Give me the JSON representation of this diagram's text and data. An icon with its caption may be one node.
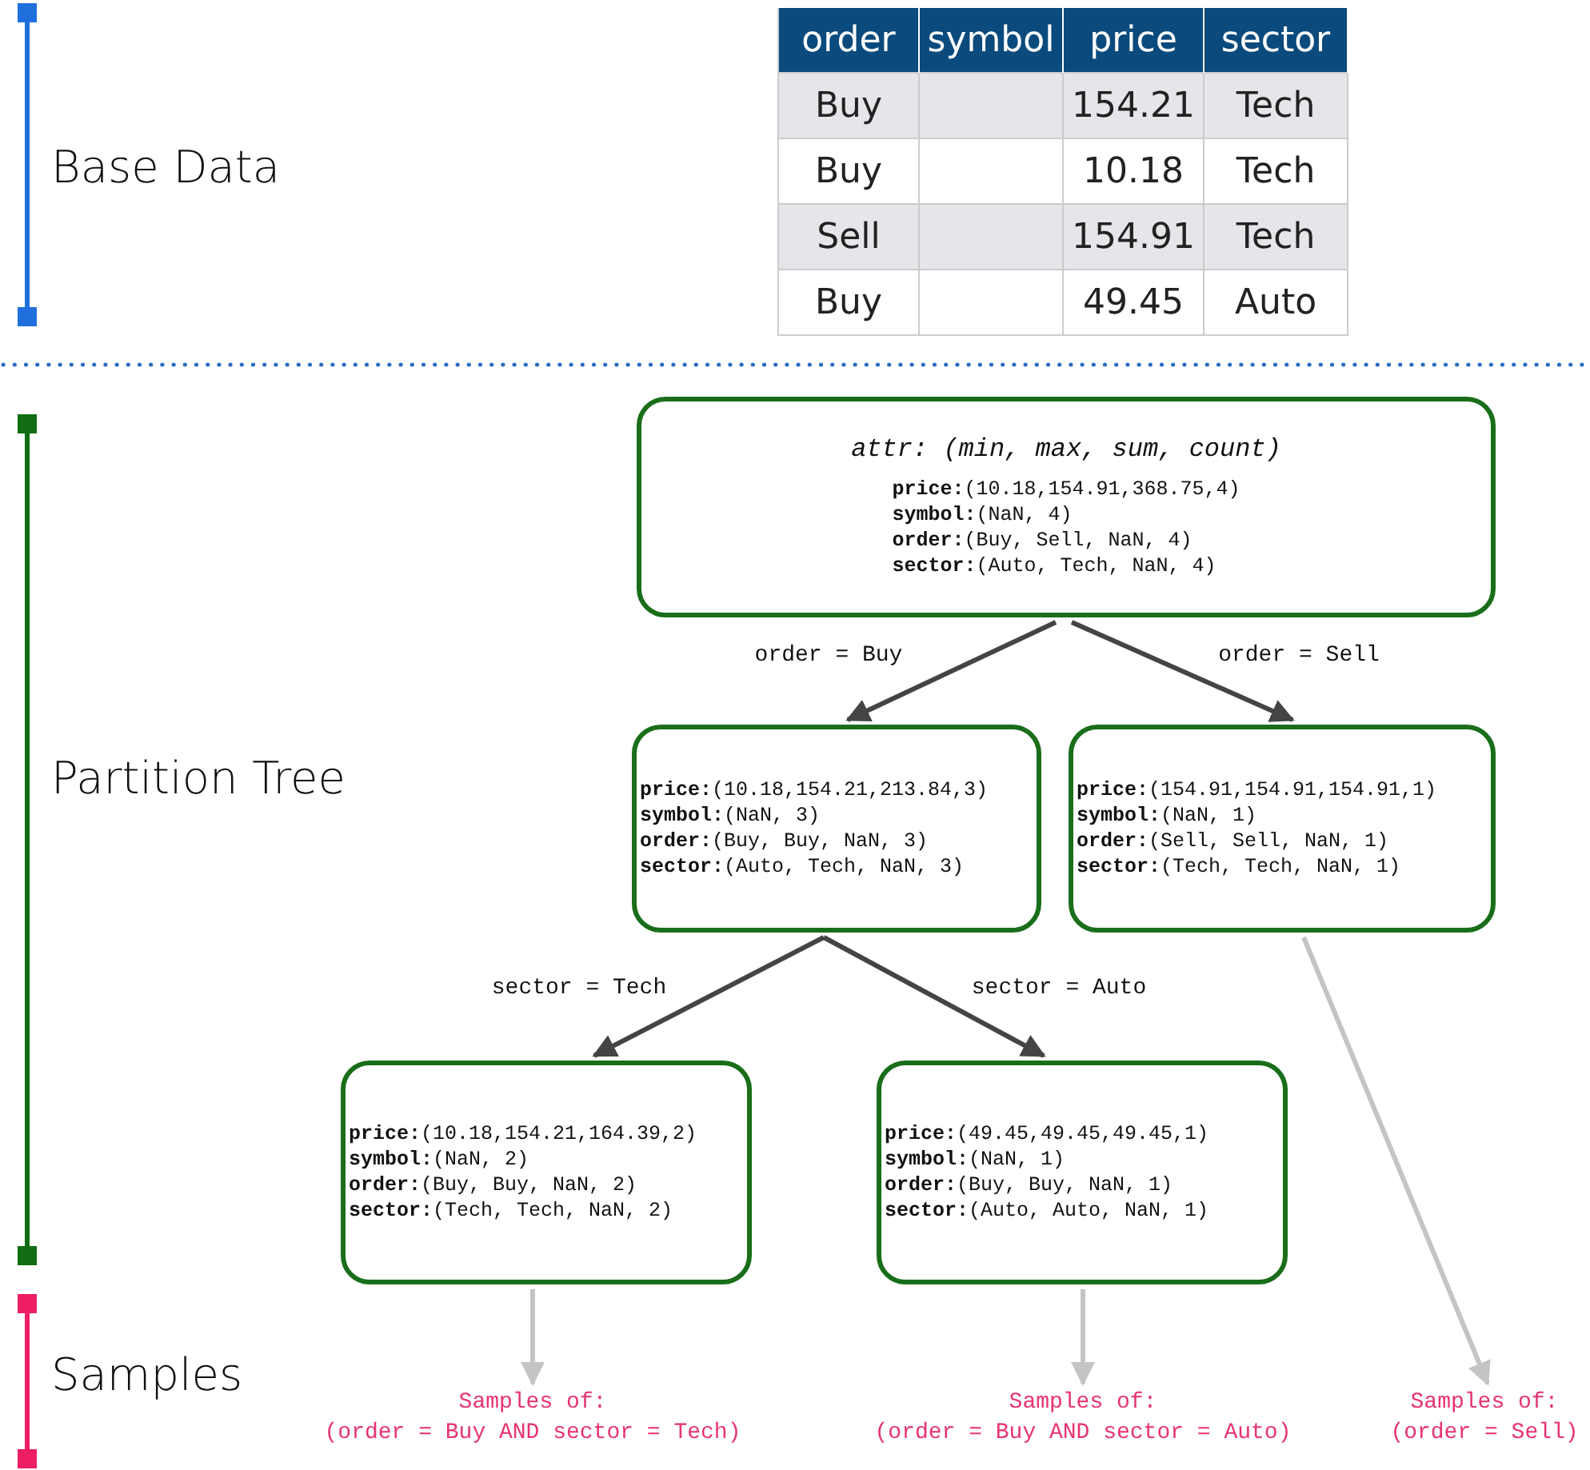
{
  "diagram": {
    "nodes": [
      {
        "text": [
          "attr: (min, max, sum, count)",
          "**price:**(10.18,154.91,368.75,4)",
          "**symbol:**(NaN, 4)",
          "**order:**(Buy, Sell, NaN, 4)",
          "**sector:**(Auto, Tech, NaN, 4)"
        ]
      },
      {
        "text": [
          "**price:**(10.18,154.21,213.84,3)",
          "**symbol:**(NaN, 3)",
          "**order:**(Buy, Buy, NaN, 3)",
          "**sector:**(Auto, Tech, NaN, 3)"
        ]
      },
      {
        "text": [
          "**price:**(154.91,154.91,154.91,1)",
          "**symbol:**(NaN, 1)",
          "**order:**(Sell, Sell, NaN, 1)",
          "**sector:**(Tech, Tech, NaN, 1)"
        ]
      },
      {
        "text": [
          "**price:**(10.18,154.21,164.39,2)",
          "**symbol:**(NaN, 2)",
          "**order:**(Buy, Buy, NaN, 2)",
          "**sector:**(Tech, Tech, NaN, 2)"
        ]
      },
      {
        "text": [
          "**price:**(49.45,49.45,49.45,1)",
          "**symbol:**(NaN, 1)",
          "**order:**(Buy, Buy, NaN, 1)",
          "**sector:**(Auto, Auto, NaN, 1)"
        ]
      },
      {
        "text": [
          "Samples of:",
          "(order = Buy AND sector = Tech)"
        ]
      },
      {
        "text": [
          "Samples of:",
          "(order = Buy AND sector = Auto)"
        ]
      },
      {
        "text": [
          "Samples of:",
          "(order = Sell)"
        ]
      }
    ],
    "edges": [
      {
        "from": 0,
        "to": 1,
        "arrow": "to",
        "label": "order = Buy"
      },
      {
        "from": 0,
        "to": 2,
        "arrow": "to",
        "label": "order = Sell"
      },
      {
        "from": 1,
        "to": 3,
        "arrow": "to",
        "label": "sector = Tech"
      },
      {
        "from": 1,
        "to": 4,
        "arrow": "to",
        "label": "sector = Auto"
      },
      {
        "from": 3,
        "to": 5,
        "arrow": "to",
        "color": "#c4c4c4"
      },
      {
        "from": 4,
        "to": 6,
        "arrow": "to",
        "color": "#c4c4c4"
      },
      {
        "from": 2,
        "to": 7,
        "arrow": "to",
        "color": "#c4c4c4"
      }
    ],
    "labels": [
      "Base Data",
      "order",
      "symbol",
      "price",
      "sector",
      "Buy",
      "154.21",
      "Tech",
      "Buy",
      "10.18",
      "Tech",
      "Sell",
      "154.91",
      "Tech",
      "Buy",
      "49.45",
      "Auto",
      "Partition Tree",
      "Samples"
    ]
  }
}
